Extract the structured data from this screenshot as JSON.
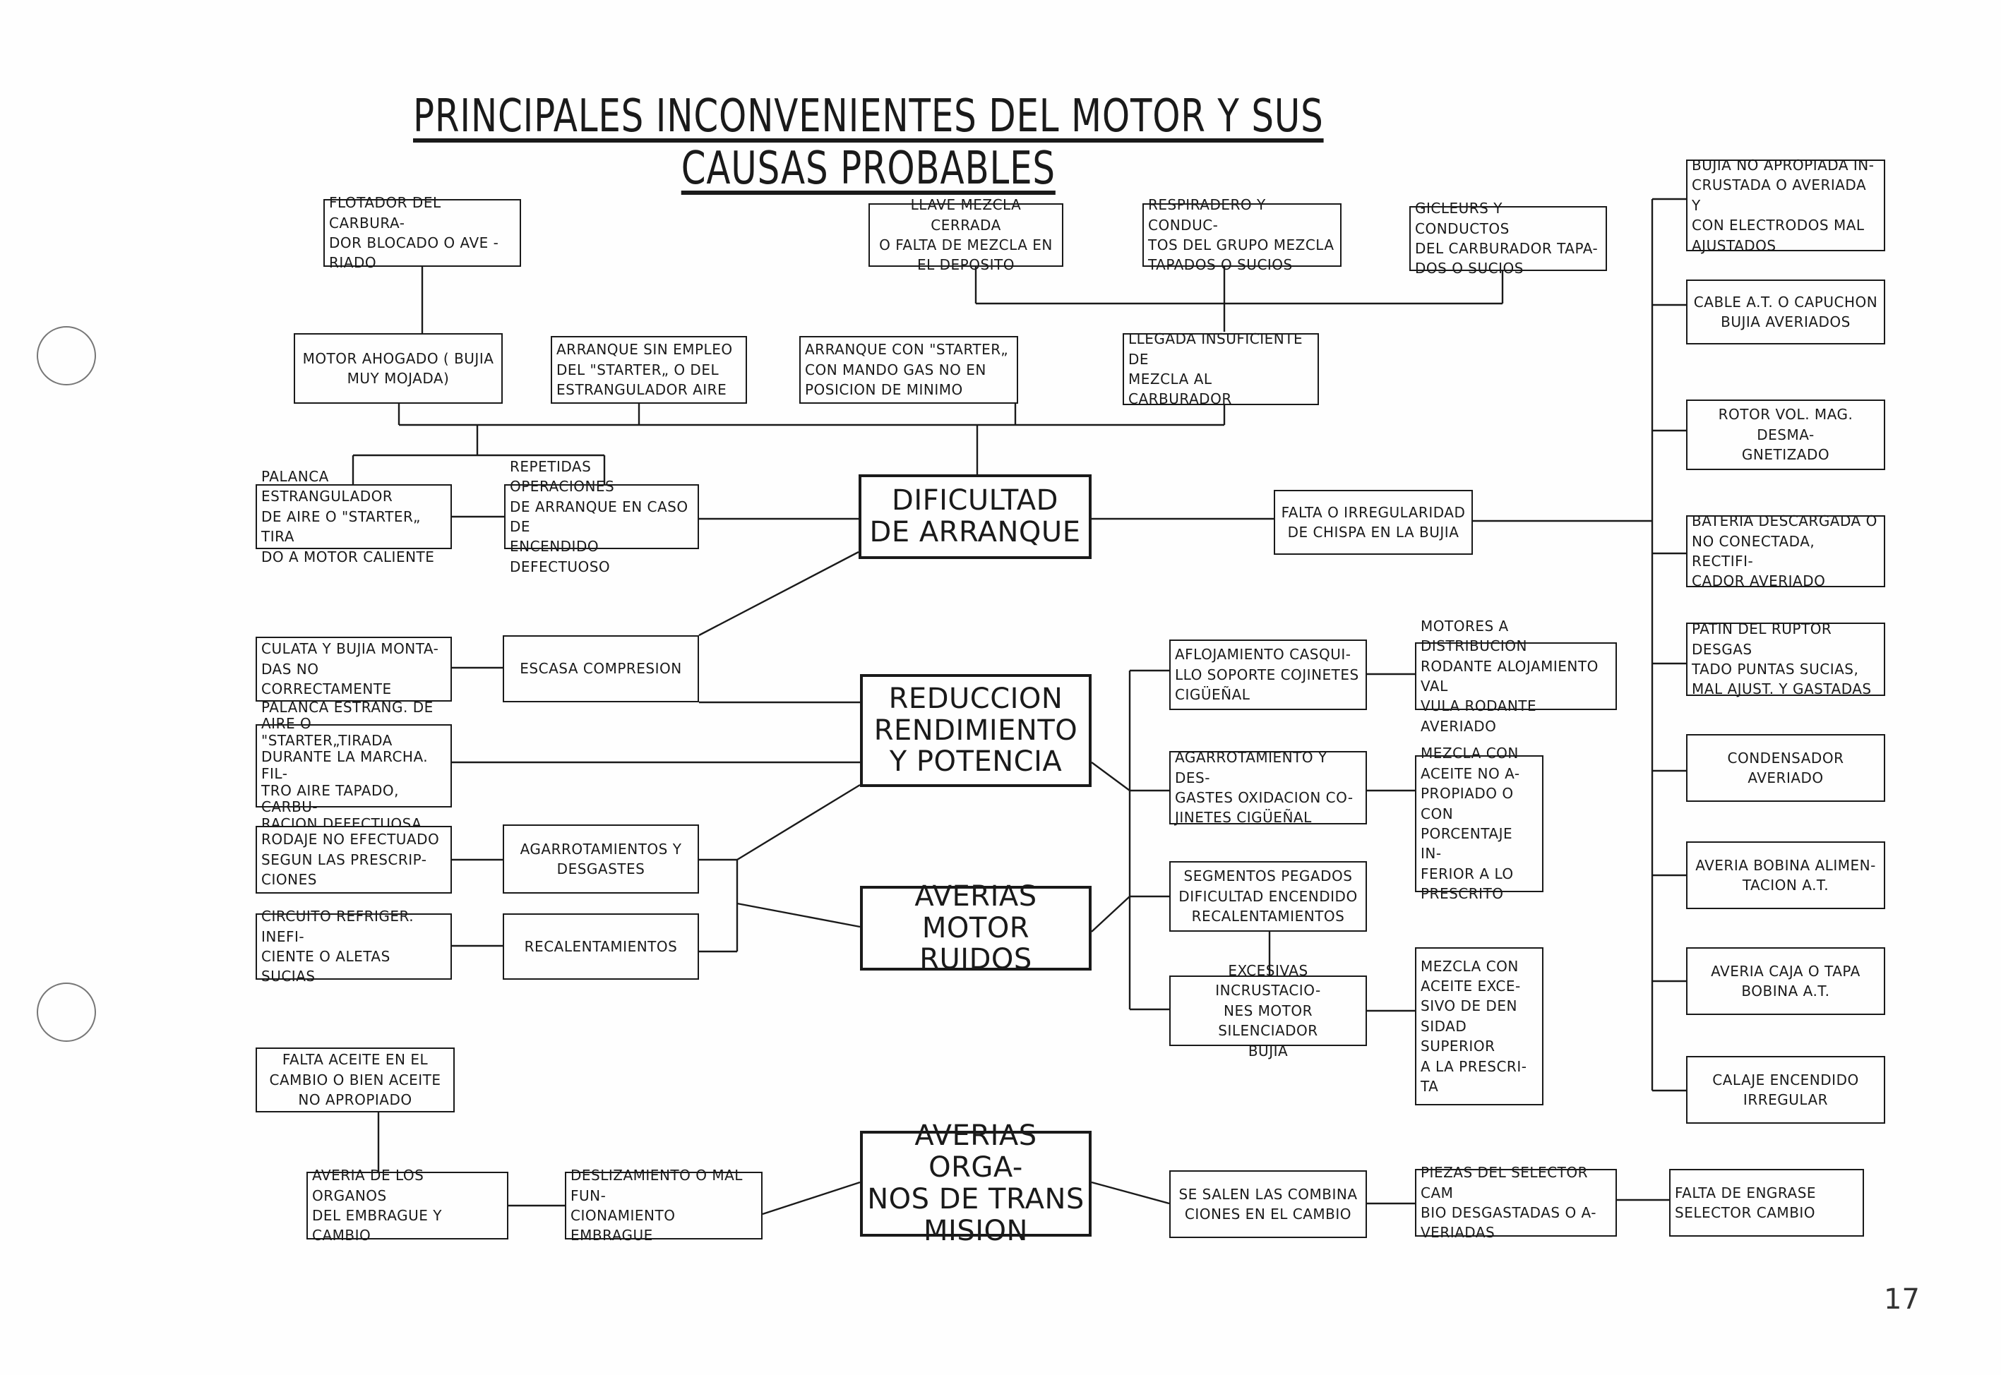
{
  "title": "PRINCIPALES INCONVENIENTES DEL MOTOR Y SUS CAUSAS PROBABLES",
  "page_number": "17",
  "main_nodes": {
    "dificultad_arranque": "DIFICULTAD\nDE ARRANQUE",
    "reduccion_rendimiento": "REDUCCION\nRENDIMIENTO\nY POTENCIA",
    "averias_motor_ruidos": "AVERIAS MOTOR\nRUIDOS",
    "averias_organos_transmision": "AVERIAS ORGA-\nNOS DE TRANS\nMISION"
  },
  "arranque": {
    "flotador": "FLOTADOR DEL CARBURA-\nDOR BLOCADO O AVE -\nRIADO",
    "llave_mezcla": "LLAVE MEZCLA CERRADA\nO FALTA DE MEZCLA EN\nEL DEPOSITO",
    "respiradero": "RESPIRADERO Y CONDUC-\nTOS DEL GRUPO MEZCLA\nTAPADOS O SUCIOS",
    "gicleurs": "GICLEURS Y CONDUCTOS\nDEL CARBURADOR TAPA-\nDOS O SUCIOS",
    "motor_ahogado": "MOTOR AHOGADO ( BUJIA\nMUY MOJADA)",
    "arranque_sin_empleo": "ARRANQUE SIN EMPLEO\nDEL \"STARTER„ O DEL\nESTRANGULADOR AIRE",
    "arranque_con_starter": "ARRANQUE CON \"STARTER„\nCON MANDO GAS NO EN\nPOSICION DE MINIMO",
    "llegada_insuficiente": "LLEGADA INSUFICIENTE DE\nMEZCLA AL CARBURADOR",
    "palanca_estrangulador": "PALANCA ESTRANGULADOR\nDE AIRE O \"STARTER„ TIRA\nDO A MOTOR CALIENTE",
    "repetidas_operaciones": "REPETIDAS OPERACIONES\nDE ARRANQUE EN CASO DE\nENCENDIDO DEFECTUOSO",
    "falta_chispa": "FALTA O IRREGULARIDAD\nDE CHISPA EN LA BUJIA"
  },
  "chispa_causes": [
    "BUJIA NO APROPIADA IN-\nCRUSTADA O AVERIADA Y\nCON ELECTRODOS MAL\nAJUSTADOS",
    "CABLE A.T. O CAPUCHON\nBUJIA AVERIADOS",
    "ROTOR VOL. MAG. DESMA-\nGNETIZADO",
    "BATERIA DESCARGADA O\nNO CONECTADA, RECTIFI-\nCADOR AVERIADO",
    "PATIN DEL RUPTOR DESGAS\nTADO PUNTAS SUCIAS,\nMAL AJUST. Y GASTADAS",
    "CONDENSADOR AVERIADO",
    "AVERIA BOBINA ALIMEN-\nTACION A.T.",
    "AVERIA CAJA O TAPA\nBOBINA A.T.",
    "CALAJE ENCENDIDO\nIRREGULAR"
  ],
  "rendimiento": {
    "culata": "CULATA Y BUJIA MONTA-\nDAS NO CORRECTAMENTE",
    "escasa_compresion": "ESCASA COMPRESION",
    "palanca_estrang": "PALANCA ESTRANG. DE\nAIRE O \"STARTER„TIRADA\nDURANTE LA MARCHA. FIL-\nTRO AIRE TAPADO, CARBU-\nRACION DEFECTUOSA",
    "rodaje": "RODAJE NO EFECTUADO\nSEGUN LAS PRESCRIP-\nCIONES",
    "agarrotamientos": "AGARROTAMIENTOS Y\nDESGASTES",
    "circuito": "CIRCUITO REFRIGER. INEFI-\nCIENTE O ALETAS SUCIAS",
    "recalentamientos": "RECALENTAMIENTOS"
  },
  "ruidos": {
    "aflojamiento": "AFLOJAMIENTO CASQUI-\nLLO SOPORTE COJINETES\nCIGÜEÑAL",
    "motores_distribucion": "MOTORES A DISTRIBUCION\nRODANTE ALOJAMIENTO VAL\nVULA RODANTE AVERIADO",
    "agarrotamiento_desgastes": "AGARROTAMIENTO Y DES-\nGASTES OXIDACION CO-\nJINETES CIGÜEÑAL",
    "mezcla_aceite_no_apropiado": "MEZCLA CON\nACEITE NO A-\nPROPIADO O CON\nPORCENTAJE IN-\nFERIOR A LO\nPRESCRITO",
    "segmentos": "SEGMENTOS PEGADOS\nDIFICULTAD ENCENDIDO\nRECALENTAMIENTOS",
    "excesivas": "EXCESIVAS INCRUSTACIO-\nNES MOTOR SILENCIADOR\nBUJIA",
    "mezcla_aceite_excesivo": "MEZCLA CON\nACEITE EXCE-\nSIVO DE DEN\nSIDAD SUPERIOR\nA LA PRESCRI-\nTA"
  },
  "transmision": {
    "falta_aceite": "FALTA ACEITE EN EL\nCAMBIO O BIEN ACEITE\nNO APROPIADO",
    "averia_organos": "AVERIA DE LOS ORGANOS\nDEL EMBRAGUE Y CAMBIO",
    "deslizamiento": "DESLIZAMIENTO O MAL FUN-\nCIONAMIENTO EMBRAGUE",
    "se_salen": "SE SALEN LAS COMBINA\nCIONES EN EL CAMBIO",
    "piezas_selector": "PIEZAS DEL SELECTOR CAM\nBIO DESGASTADAS O A-\nVERIADAS",
    "falta_engrase": "FALTA DE ENGRASE\nSELECTOR CAMBIO"
  }
}
